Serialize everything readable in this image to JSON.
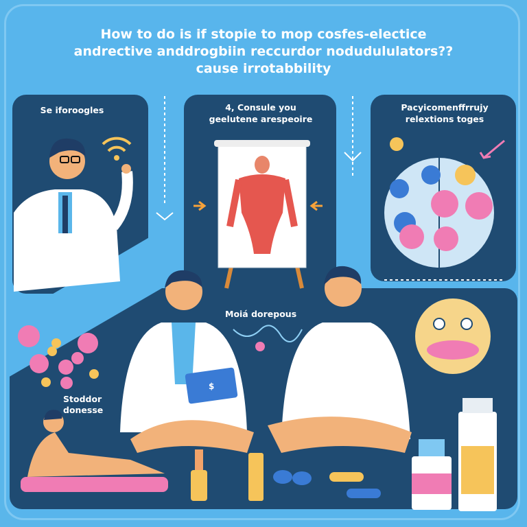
{
  "title": {
    "line1": "How to do is if stopie to mop cosfes-electice",
    "line2": "andrective anddrogbiin reccurdor nodudululators??",
    "line3": "cause irrotabbility"
  },
  "panels": [
    {
      "label": "Se iforoogles"
    },
    {
      "label_line1": "4, Consule you",
      "label_line2": "geelutene arespeoire"
    },
    {
      "label_line1": "Pacyicomenffrrujy",
      "label_line2": "relextions toges"
    }
  ],
  "bottom": {
    "center_label": "Moiá dorepous",
    "left_label_line1": "Stoddor",
    "left_label_line2": "donesse",
    "tablet_symbol": "$"
  },
  "colors": {
    "background": "#5ab6ea",
    "panel": "#1f4b72",
    "pill_pink": "#f07cb4",
    "pill_yellow": "#f6c45a",
    "skin": "#f2b27a"
  }
}
